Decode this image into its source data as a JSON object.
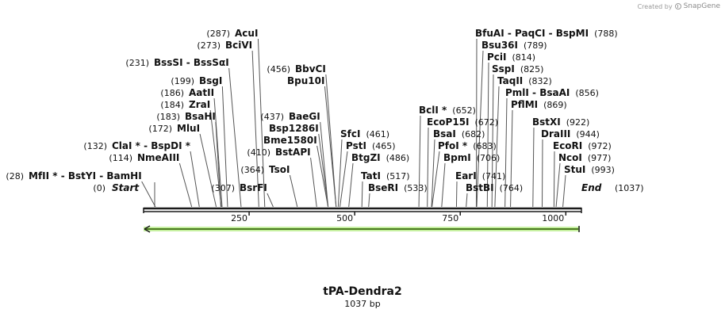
{
  "credit": {
    "prefix": "Created by",
    "brand": "SnapGene"
  },
  "title": "tPA-Dendra2",
  "subtitle": "1037 bp",
  "colors": {
    "backbone": "#1a1a1a",
    "feature_fill": "#c6f0a0",
    "feature_stroke": "#4a7a1e"
  },
  "sequence": {
    "start_label": "Start",
    "end_label": "End",
    "start_pos": "(0)",
    "end_pos": "(1037)",
    "length": 1037
  },
  "ticks": [
    250,
    500,
    750,
    1000
  ],
  "features": [
    {
      "label": "",
      "start": 1037,
      "end": 0,
      "direction": "reverse"
    }
  ],
  "sites": [
    {
      "names": [
        "AcuI"
      ],
      "pos": 287
    },
    {
      "names": [
        "BciVI"
      ],
      "pos": 273
    },
    {
      "names": [
        "BssSI",
        "BssSαI"
      ],
      "pos": 231
    },
    {
      "names": [
        "BbvCI"
      ],
      "pos": 456
    },
    {
      "names": [
        "Bpu10I"
      ],
      "pos": 456
    },
    {
      "names": [
        "BsgI"
      ],
      "pos": 199
    },
    {
      "names": [
        "AatII"
      ],
      "pos": 186
    },
    {
      "names": [
        "ZraI"
      ],
      "pos": 184
    },
    {
      "names": [
        "BsaHI"
      ],
      "pos": 183
    },
    {
      "names": [
        "MluI"
      ],
      "pos": 172
    },
    {
      "names": [
        "BaeGI"
      ],
      "pos": 437
    },
    {
      "names": [
        "Bsp1286I"
      ],
      "pos": 437
    },
    {
      "names": [
        "Bme1580I"
      ],
      "pos": 437
    },
    {
      "names": [
        "BstAPI"
      ],
      "pos": 410
    },
    {
      "names": [
        "ClaI*",
        "BspDI*"
      ],
      "pos": 132
    },
    {
      "names": [
        "NmeAIII"
      ],
      "pos": 114
    },
    {
      "names": [
        "TsoI"
      ],
      "pos": 364
    },
    {
      "names": [
        "MfII*",
        "BstYI",
        "BamHI"
      ],
      "pos": 28
    },
    {
      "names": [
        "BsrFI"
      ],
      "pos": 307
    },
    {
      "names": [
        "SfcI"
      ],
      "pos": 461
    },
    {
      "names": [
        "PstI"
      ],
      "pos": 465
    },
    {
      "names": [
        "BtgZI"
      ],
      "pos": 486
    },
    {
      "names": [
        "TatI"
      ],
      "pos": 517
    },
    {
      "names": [
        "BseRI"
      ],
      "pos": 533
    },
    {
      "names": [
        "BclI*"
      ],
      "pos": 652
    },
    {
      "names": [
        "EcoP15I"
      ],
      "pos": 672
    },
    {
      "names": [
        "BsaI"
      ],
      "pos": 682
    },
    {
      "names": [
        "PfoI*"
      ],
      "pos": 683
    },
    {
      "names": [
        "BpmI"
      ],
      "pos": 706
    },
    {
      "names": [
        "EarI"
      ],
      "pos": 741
    },
    {
      "names": [
        "BstBI"
      ],
      "pos": 764
    },
    {
      "names": [
        "BfuAI",
        "PaqCI",
        "BspMI"
      ],
      "pos": 788
    },
    {
      "names": [
        "Bsu36I"
      ],
      "pos": 789
    },
    {
      "names": [
        "PciI"
      ],
      "pos": 814
    },
    {
      "names": [
        "SspI"
      ],
      "pos": 825
    },
    {
      "names": [
        "TaqII"
      ],
      "pos": 832
    },
    {
      "names": [
        "PmlI",
        "BsaAI"
      ],
      "pos": 856
    },
    {
      "names": [
        "PflMI"
      ],
      "pos": 869
    },
    {
      "names": [
        "BstXI"
      ],
      "pos": 922
    },
    {
      "names": [
        "DraIII"
      ],
      "pos": 944
    },
    {
      "names": [
        "EcoRI"
      ],
      "pos": 972
    },
    {
      "names": [
        "NcoI"
      ],
      "pos": 977
    },
    {
      "names": [
        "StuI"
      ],
      "pos": 993
    }
  ]
}
